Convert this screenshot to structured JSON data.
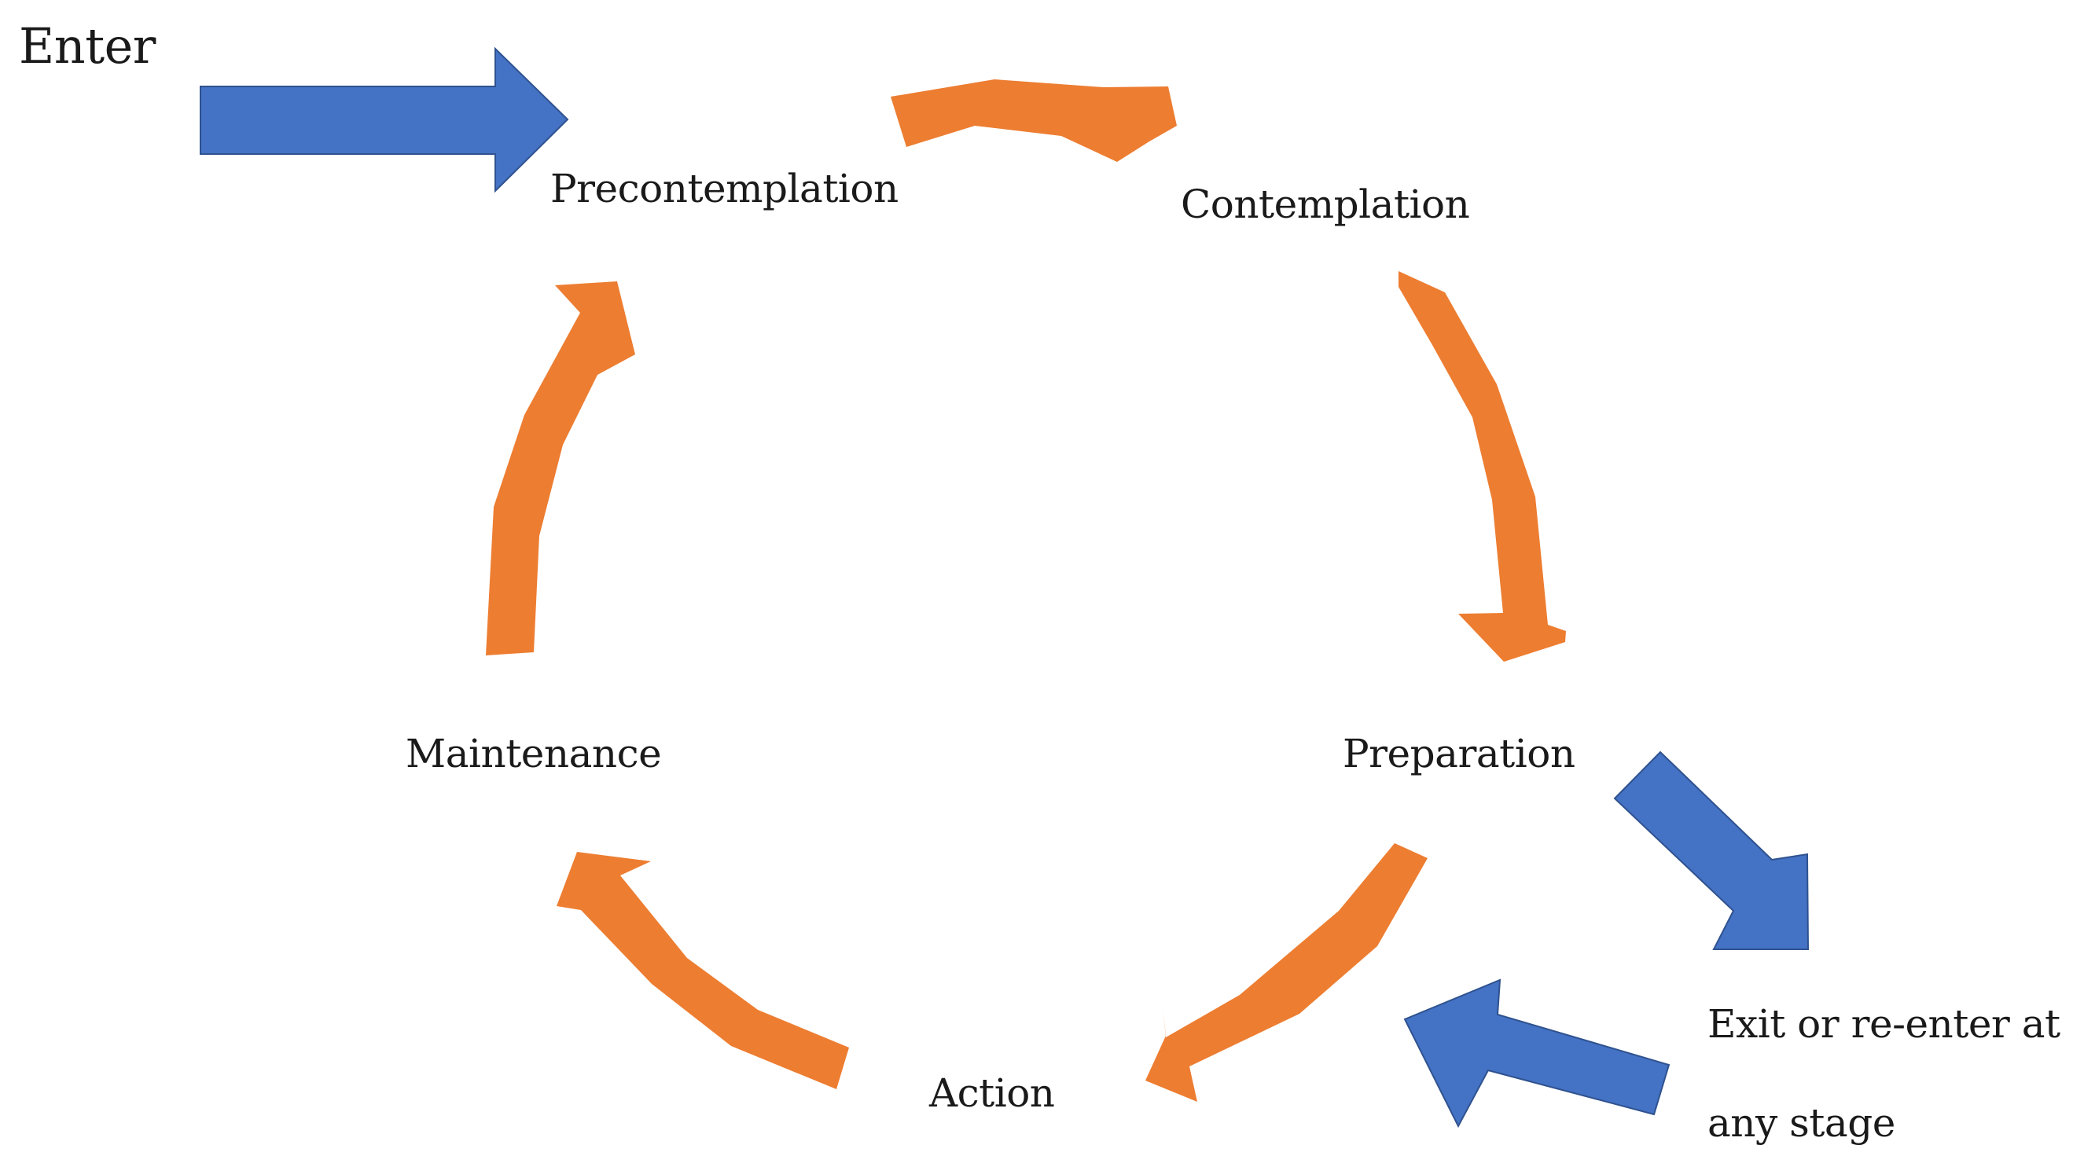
{
  "entry": {
    "label": "Enter"
  },
  "stages": [
    {
      "key": "precontemplation",
      "label": "Precontemplation"
    },
    {
      "key": "contemplation",
      "label": "Contemplation"
    },
    {
      "key": "preparation",
      "label": "Preparation"
    },
    {
      "key": "action",
      "label": "Action"
    },
    {
      "key": "maintenance",
      "label": "Maintenance"
    }
  ],
  "exit_note": {
    "line1": "Exit or re-enter at",
    "line2": "any stage"
  },
  "colors": {
    "cycle_arrow": "#ED7D31",
    "entry_exit_arrow": "#4472C4",
    "entry_exit_arrow_border": "#2F528F",
    "text": "#1a1a1a",
    "background": "#ffffff"
  }
}
